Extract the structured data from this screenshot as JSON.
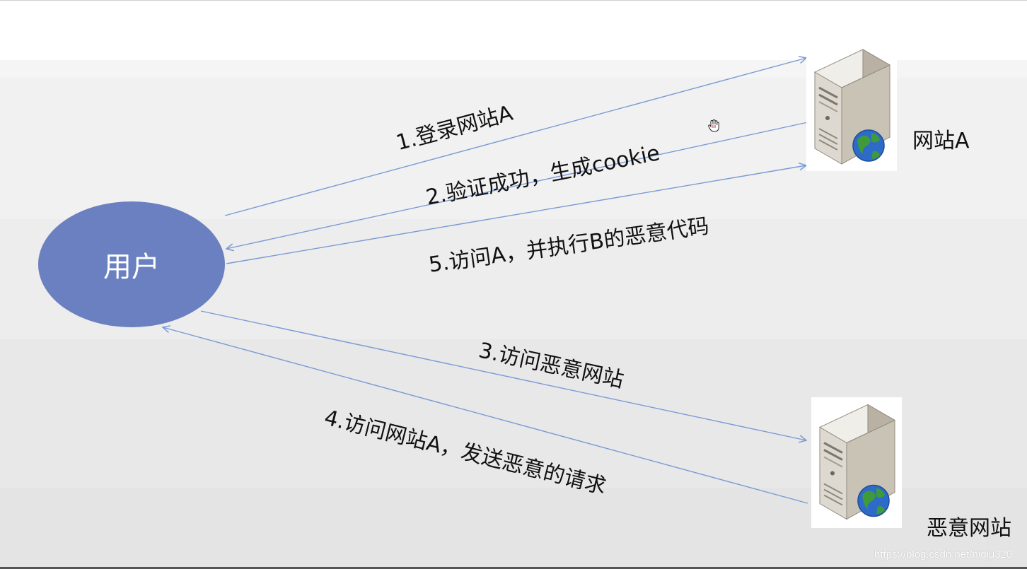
{
  "nodes": {
    "user": "用户",
    "site_a": "网站A",
    "malicious_site": "恶意网站"
  },
  "steps": [
    {
      "label": "1.登录网站A",
      "from": "user",
      "to": "site_a"
    },
    {
      "label": "2.验证成功，生成cookie",
      "from": "site_a",
      "to": "user"
    },
    {
      "label": "3.访问恶意网站",
      "from": "user",
      "to": "malicious_site"
    },
    {
      "label": "4.访问网站A，发送恶意的请求",
      "from": "malicious_site",
      "to": "user"
    },
    {
      "label": "5.访问A，并执行B的恶意代码",
      "from": "user",
      "to": "site_a"
    }
  ],
  "watermark": "https://blog.csdn.net/niqiu320",
  "colors": {
    "user_node": "#6a80c0",
    "arrow": "#7a9ad4",
    "server_body": "#d9d5cc",
    "globe": "#2e6bc9"
  },
  "icons": {
    "server": "server-with-globe-icon",
    "cursor": "hand-cursor-icon"
  }
}
